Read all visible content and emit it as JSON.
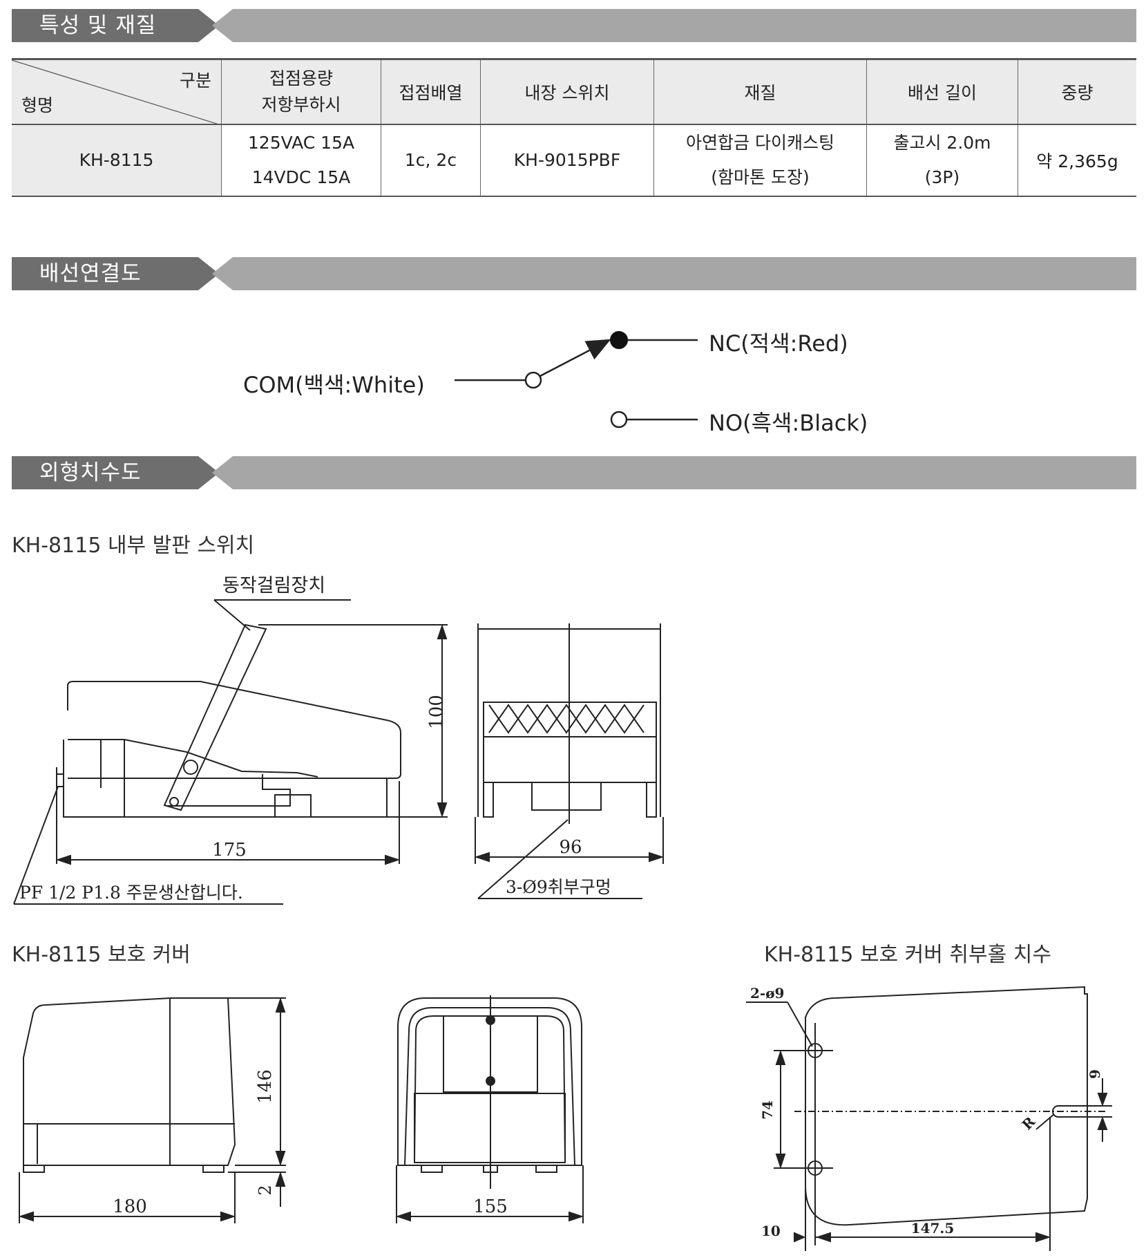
{
  "sections": {
    "spec": "특성 및 재질",
    "wiring": "배선연결도",
    "dims": "외형치수도"
  },
  "table": {
    "corner_top": "구분",
    "corner_bottom": "형명",
    "headers": {
      "capacity_1": "접점용량",
      "capacity_2": "저항부하시",
      "arrangement": "접점배열",
      "switch": "내장 스위치",
      "material": "재질",
      "wire": "배선 길이",
      "weight": "중량"
    },
    "row": {
      "model": "KH-8115",
      "capacity_1": "125VAC 15A",
      "capacity_2": "14VDC 15A",
      "arrangement": "1c, 2c",
      "switch": "KH-9015PBF",
      "material_1": "아연합금 다이캐스팅",
      "material_2": "(함마톤 도장)",
      "wire_1": "출고시 2.0m",
      "wire_2": "(3P)",
      "weight": "약 2,365g"
    }
  },
  "wiring": {
    "com": "COM(백색:White)",
    "nc": "NC(적색:Red)",
    "no": "NO(흑색:Black)"
  },
  "captions": {
    "inner": "KH-8115 내부 발판 스위치",
    "cover": "KH-8115 보호 커버",
    "mount": "KH-8115 보호 커버 취부홀 치수"
  },
  "drawing": {
    "lock_label": "동작걸림장치",
    "height_100": "100",
    "length_175": "175",
    "width_96": "96",
    "pf_note": "PF  1/2  P1.8  주문생산합니다.",
    "hole_note": "3-Ø9취부구멍",
    "cover_146": "146",
    "cover_2": "2",
    "cover_180": "180",
    "cover_155": "155",
    "mount_holes": "2-ø9",
    "mount_74": "74",
    "mount_9": "9",
    "mount_r": "R",
    "mount_10": "10",
    "mount_147": "147.5"
  }
}
